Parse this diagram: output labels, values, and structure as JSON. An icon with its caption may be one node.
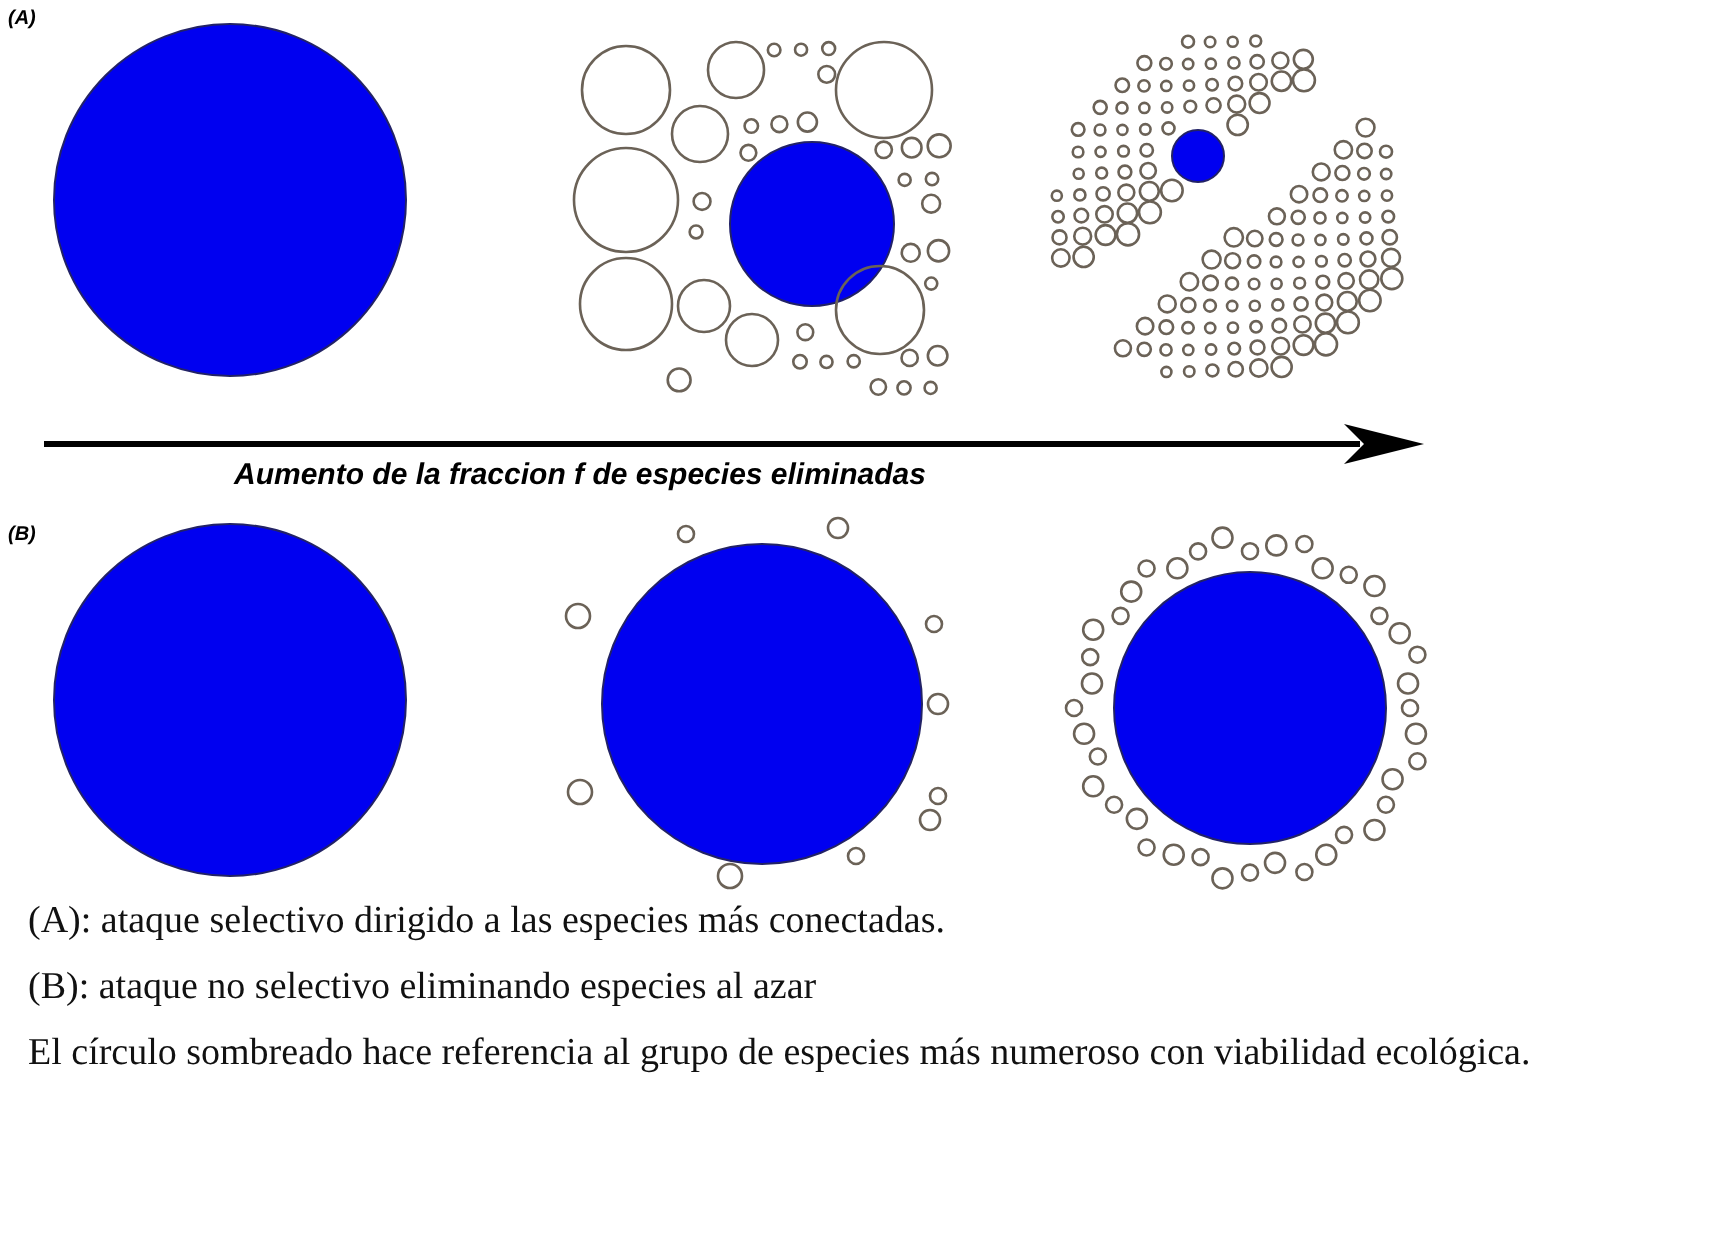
{
  "diagram": {
    "labels": [
      "(A)",
      "Aumento de la fraccion f de especies eliminadas",
      "(B)",
      "(A): ataque selectivo dirigido a las especies más conectadas.",
      "(B): ataque no selectivo eliminando especies al azar",
      "El círculo sombreado hace referencia al grupo de especies más numeroso con viabilidad ecológica."
    ]
  }
}
